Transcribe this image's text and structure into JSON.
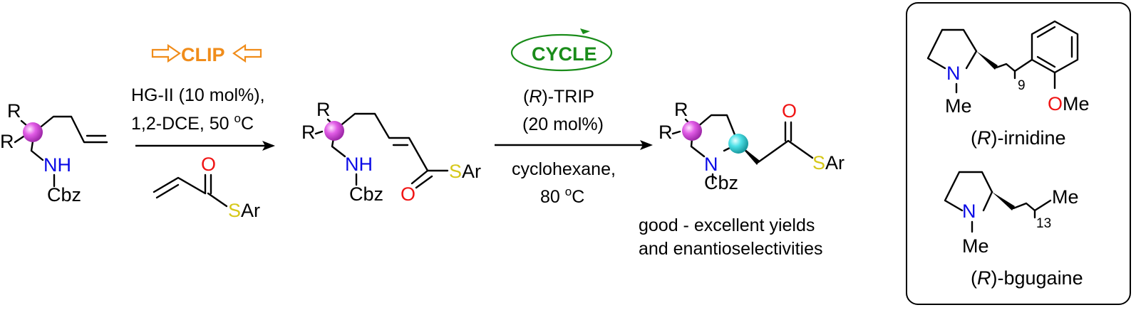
{
  "colors": {
    "clip": "#F08C1A",
    "cycle": "#1A8C1A",
    "nitrogen": "#0A0AE6",
    "oxygen": "#F01414",
    "sulfur": "#D6C81A",
    "sphere_magenta": "#E15CE6",
    "sphere_cyan": "#4CE0E6"
  },
  "step1": {
    "badge": "CLIP",
    "line1": "HG-II (10 mol%),",
    "line2_a": "1,2-DCE, 50 ",
    "line2_sup": "o",
    "line2_b": "C"
  },
  "step2": {
    "badge": "CYCLE",
    "line1_a": "(",
    "line1_italic": "R",
    "line1_b": ")-TRIP",
    "line2": "(20 mol%)",
    "line3": "cyclohexane,",
    "line4_a": "80 ",
    "line4_sup": "o",
    "line4_b": "C"
  },
  "atoms": {
    "R": "R",
    "NH": "NH",
    "N": "N",
    "Cbz": "Cbz",
    "O": "O",
    "S": "S",
    "Ar": "Ar",
    "Me": "Me",
    "OMe_O": "O",
    "OMe_Me": "Me",
    "sub9": "9",
    "sub13": "13"
  },
  "result": {
    "line1": "good - excellent yields",
    "line2": "and enantioselectivities"
  },
  "natural_products": {
    "irnidine": {
      "a": "(",
      "italic": "R",
      "b": ")-irnidine"
    },
    "bgugaine": {
      "a": "(",
      "italic": "R",
      "b": ")-bgugaine"
    }
  }
}
